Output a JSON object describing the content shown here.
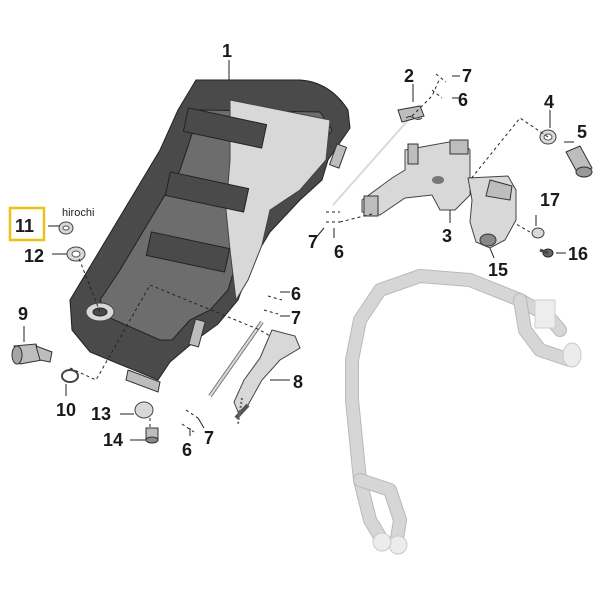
{
  "watermark": "hirochi",
  "highlight_color": "#e8c21a",
  "callouts": {
    "c1": "1",
    "c2": "2",
    "c3": "3",
    "c4": "4",
    "c5": "5",
    "c6a": "6",
    "c6b": "6",
    "c6c": "6",
    "c6d": "6",
    "c7a": "7",
    "c7b": "7",
    "c7c": "7",
    "c7d": "7",
    "c8": "8",
    "c9": "9",
    "c10": "10",
    "c11": "11",
    "c12": "12",
    "c13": "13",
    "c14": "14",
    "c15": "15",
    "c16": "16",
    "c17": "17"
  }
}
